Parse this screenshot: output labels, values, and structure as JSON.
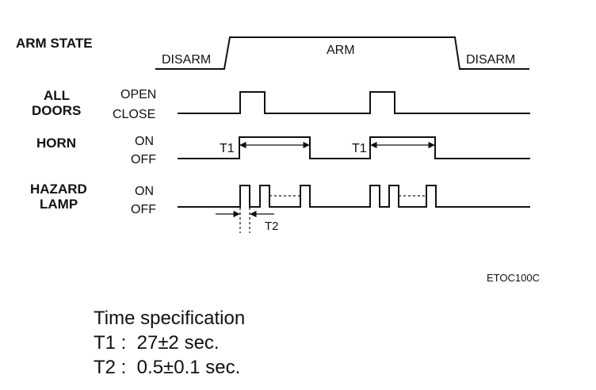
{
  "signals": {
    "arm_state": {
      "name": "ARM STATE",
      "level_left": "DISARM",
      "level_mid": "ARM",
      "level_right": "DISARM"
    },
    "all_doors": {
      "name_line1": "ALL",
      "name_line2": "DOORS",
      "level_high": "OPEN",
      "level_low": "CLOSE"
    },
    "horn": {
      "name": "HORN",
      "level_high": "ON",
      "level_low": "OFF",
      "interval_label_1": "T1",
      "interval_label_2": "T1"
    },
    "hazard_lamp": {
      "name_line1": "HAZARD",
      "name_line2": "LAMP",
      "level_high": "ON",
      "level_low": "OFF",
      "interval_label": "T2"
    }
  },
  "figure_code": "ETOC100C",
  "time_spec": {
    "title": "Time specification",
    "t1": "T1 :  27±2 sec.",
    "t2": "T2 :  0.5±0.1 sec."
  }
}
